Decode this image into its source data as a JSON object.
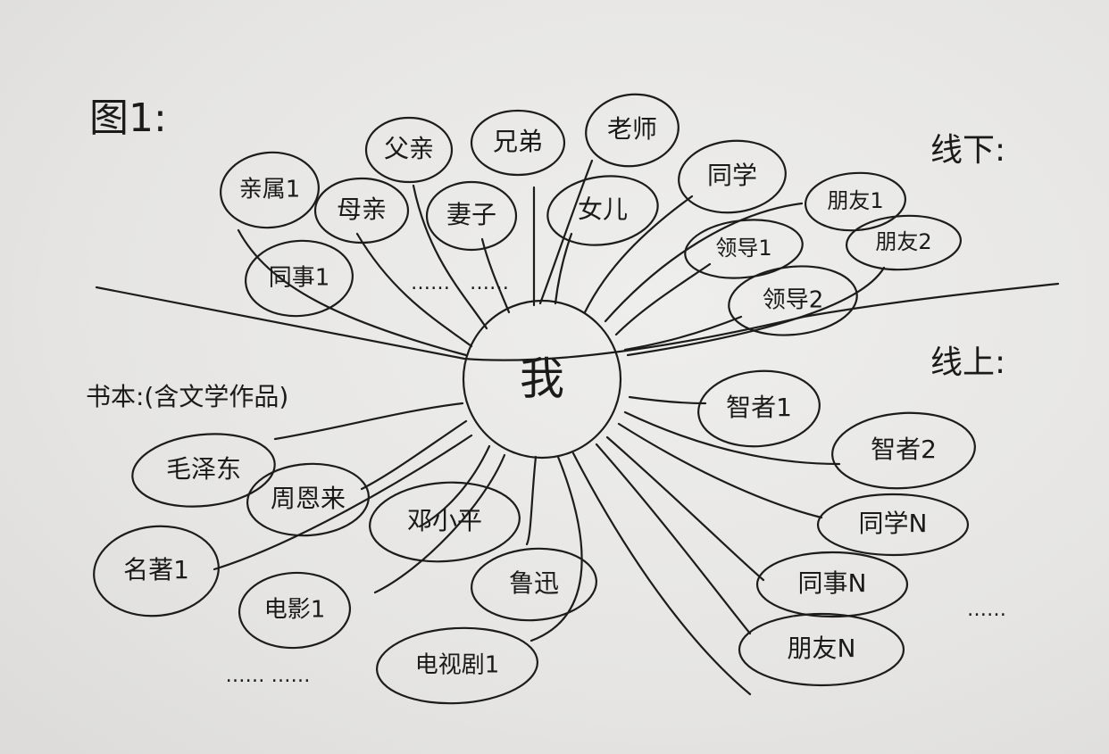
{
  "labels": {
    "figure_title": "图1:",
    "offline": "线下:",
    "online": "线上:",
    "books": "书本:(含文学作品)",
    "center": "我"
  },
  "nodes": {
    "qinshu1": "亲属1",
    "fuqin": "父亲",
    "xiongdi": "兄弟",
    "laoshi": "老师",
    "tongxue": "同学",
    "muqin": "母亲",
    "qizi": "妻子",
    "nver": "女儿",
    "pengyou1": "朋友1",
    "pengyou2": "朋友2",
    "tongshi1": "同事1",
    "lingdao1": "领导1",
    "lingdao2": "领导2",
    "zhizhe1": "智者1",
    "zhizhe2": "智者2",
    "tongxueN": "同学N",
    "tongshiN": "同事N",
    "pengyouN": "朋友N",
    "maozedong": "毛泽东",
    "zhouenlai": "周恩来",
    "dengxiaoping": "邓小平",
    "luxun": "鲁迅",
    "mingzhu1": "名著1",
    "dianying1": "电影1",
    "dianshiju1": "电视剧1"
  },
  "ellipses": {
    "e1": "……",
    "e2": "……",
    "e3": "……",
    "e4": "……  ……"
  },
  "ink_color": "#1c1c1c",
  "paper_color": "#e7e6e4"
}
